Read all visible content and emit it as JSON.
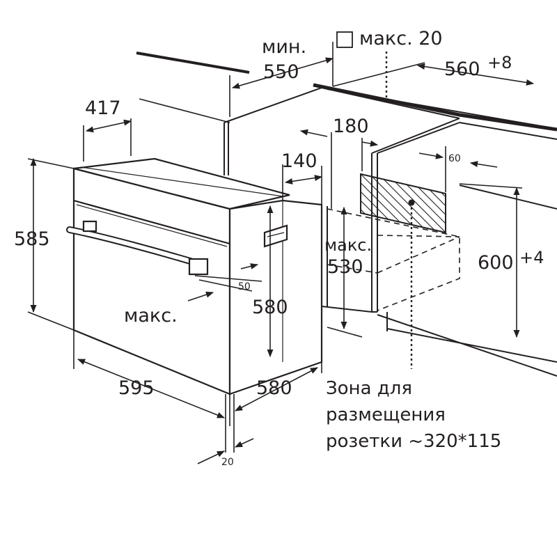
{
  "labels": {
    "min_label": "мин.",
    "min_value": "550",
    "max20": "макс. 20",
    "depth_niche": "560",
    "depth_niche_tol": "+8",
    "panel_depth": "417",
    "height_oven": "585",
    "d180": "180",
    "d140": "140",
    "d60": "60",
    "max530_label": "макс.",
    "max530_value": "530",
    "height_niche": "600",
    "height_niche_tol": "+4",
    "d50": "50",
    "max_label": "макс.",
    "h580": "580",
    "w595": "595",
    "w580": "580",
    "d20": "20"
  },
  "note": {
    "line1": "Зона для",
    "line2": "размещения",
    "line3": "розетки ~320*115"
  },
  "colors": {
    "line": "#231f20",
    "hatch": "#231f20",
    "background": "#ffffff"
  }
}
